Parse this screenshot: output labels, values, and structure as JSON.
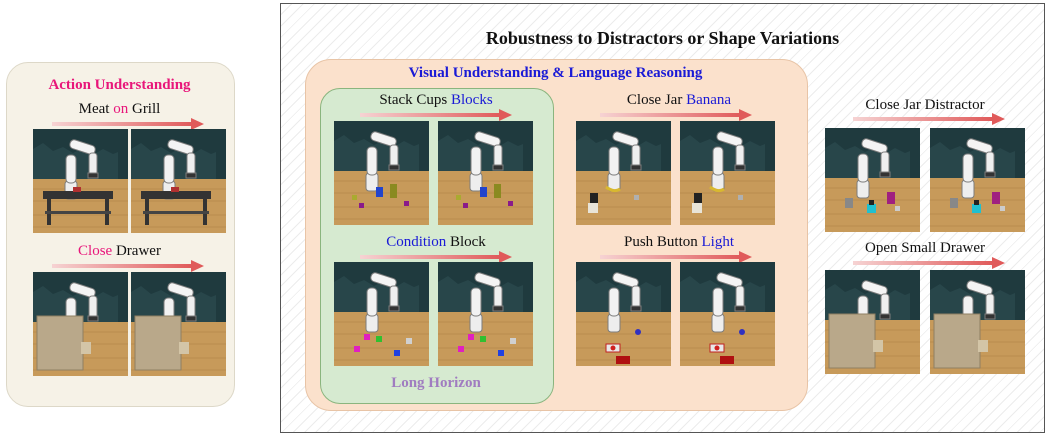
{
  "left_panel": {
    "title": "Action Understanding",
    "task1": {
      "pre": "Meat ",
      "hl": "on",
      "post": " Grill"
    },
    "task2": {
      "pre": "",
      "hl": "Close",
      "post": " Drawer"
    }
  },
  "main": {
    "title": "Robustness to Distractors or Shape Variations",
    "orange_title": "Visual Understanding & Language  Reasoning",
    "green_caption": "Long Horizon",
    "stack_cups": {
      "pre": "Stack Cups ",
      "hl": "Blocks"
    },
    "condition_block": {
      "hl": "Condition",
      "post": " Block"
    },
    "close_jar_banana": {
      "pre": "Close Jar ",
      "hl": "Banana"
    },
    "push_button_light": {
      "pre": "Push Button ",
      "hl": "Light"
    },
    "close_jar_distractor": "Close Jar Distractor",
    "open_small_drawer": "Open Small Drawer"
  },
  "colors": {
    "pink": "#e8167a",
    "blue": "#1a1ad6",
    "purple_caption": "#a07cc0"
  }
}
